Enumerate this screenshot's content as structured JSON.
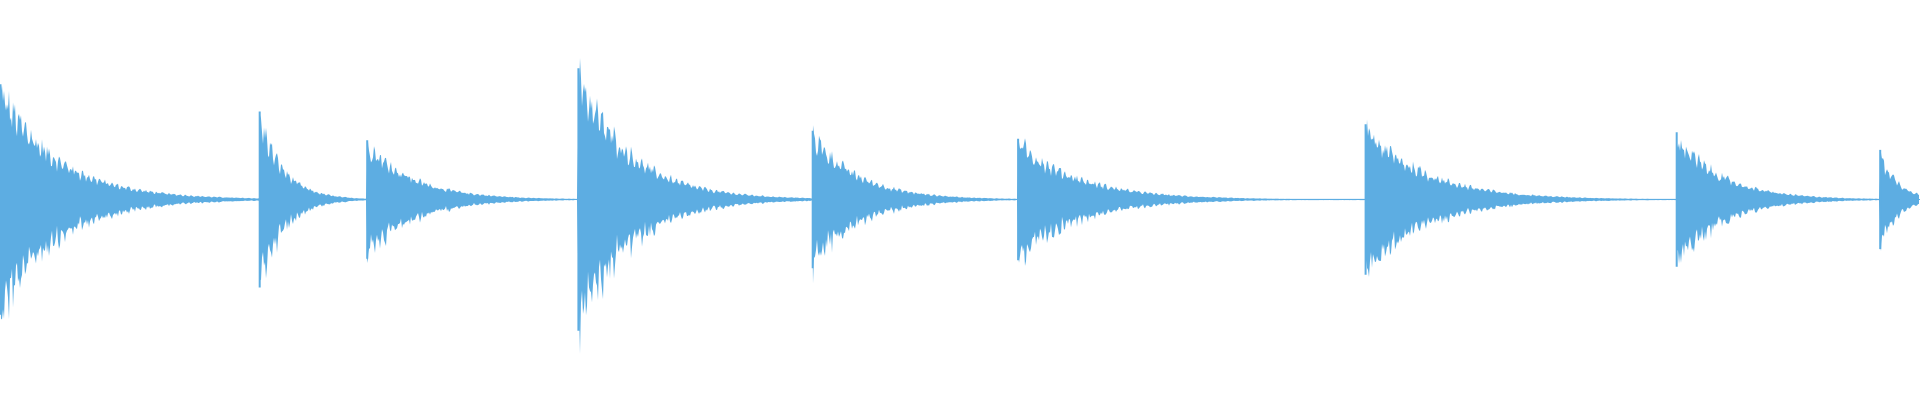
{
  "waveform": {
    "color": "#5dade2",
    "background": "#ffffff",
    "onsets": [
      {
        "time": 0.0,
        "amplitude": 0.72
      },
      {
        "time": 0.135,
        "amplitude": 0.55
      },
      {
        "time": 0.191,
        "amplitude": 0.37
      },
      {
        "time": 0.301,
        "amplitude": 0.82
      },
      {
        "time": 0.423,
        "amplitude": 0.43
      },
      {
        "time": 0.53,
        "amplitude": 0.38
      },
      {
        "time": 0.711,
        "amplitude": 0.47
      },
      {
        "time": 0.873,
        "amplitude": 0.42
      },
      {
        "time": 0.979,
        "amplitude": 0.31
      }
    ]
  }
}
